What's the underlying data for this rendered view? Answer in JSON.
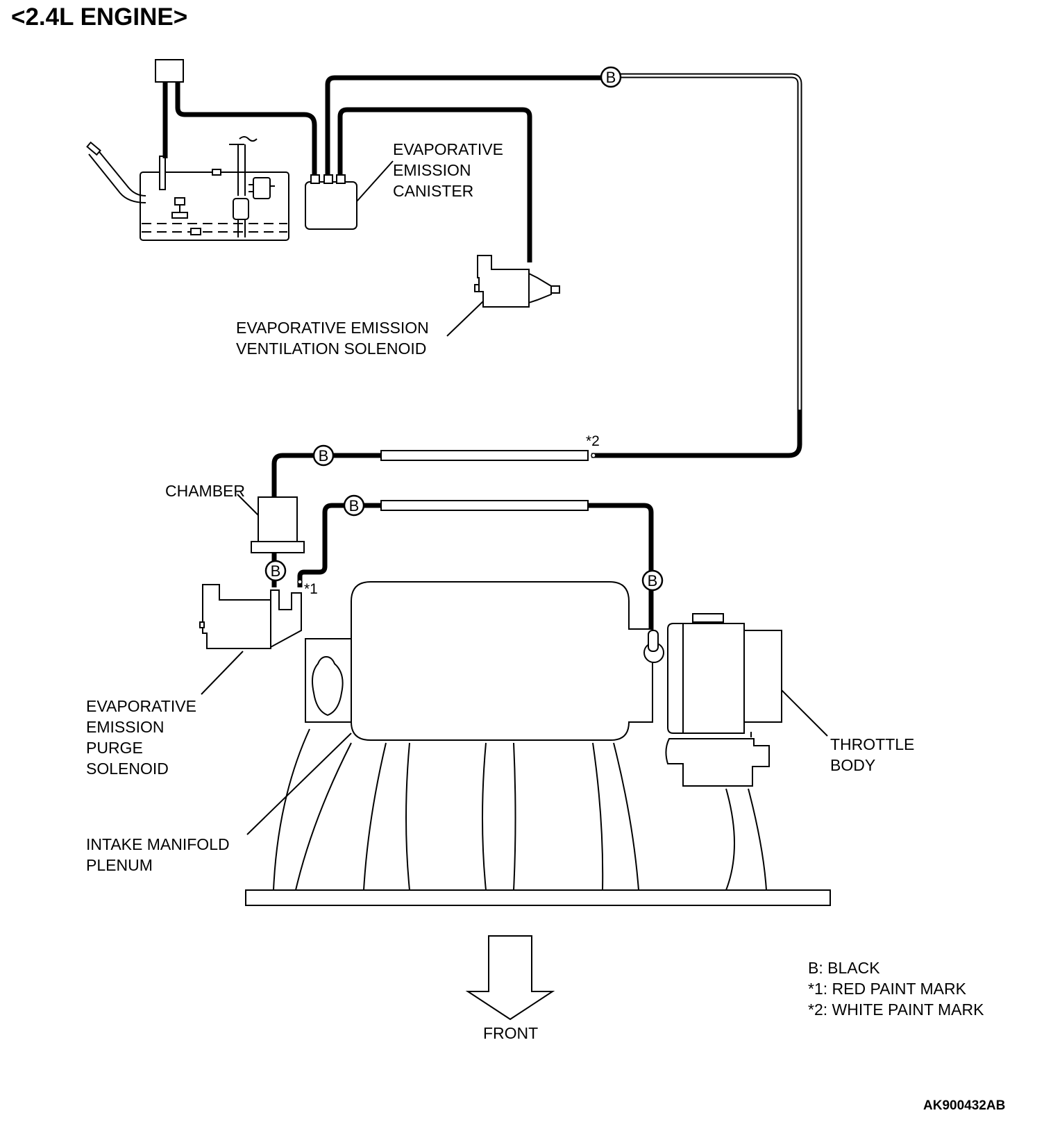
{
  "title": "<2.4L ENGINE>",
  "labels": {
    "canister": [
      "EVAPORATIVE",
      "EMISSION",
      "CANISTER"
    ],
    "ventilation_solenoid": [
      "EVAPORATIVE EMISSION",
      "VENTILATION SOLENOID"
    ],
    "chamber": "CHAMBER",
    "purge_solenoid": [
      "EVAPORATIVE",
      "EMISSION",
      "PURGE",
      "SOLENOID"
    ],
    "intake_plenum": [
      "INTAKE MANIFOLD",
      "PLENUM"
    ],
    "throttle_body": [
      "THROTTLE",
      "BODY"
    ],
    "front": "FRONT"
  },
  "hose_color_code": "B",
  "paint_marks": {
    "mark1": "*1",
    "mark2": "*2"
  },
  "legend": [
    "B: BLACK",
    "*1: RED PAINT MARK",
    "*2: WHITE PAINT MARK"
  ],
  "figure_code": "AK900432AB"
}
